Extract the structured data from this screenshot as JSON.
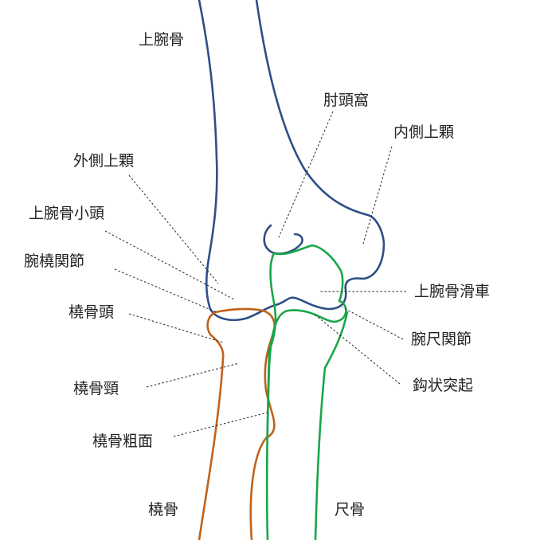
{
  "labels": {
    "humerus": "上腕骨",
    "olecranon_fossa": "肘頭窩",
    "medial_epicondyle": "内側上顆",
    "lateral_epicondyle": "外側上顆",
    "capitulum": "上腕骨小頭",
    "humeroradial_joint": "腕橈関節",
    "radial_head": "橈骨頭",
    "trochlea": "上腕骨滑車",
    "humeroulnar_joint": "腕尺関節",
    "radial_neck": "橈骨頸",
    "coronoid_process": "鈎状突起",
    "radial_tuberosity": "橈骨粗面",
    "radius": "橈骨",
    "ulna": "尺骨"
  },
  "colors": {
    "humerus": "#2e4f86",
    "radius": "#c0621b",
    "ulna": "#1aa64a",
    "text": "#222222"
  }
}
